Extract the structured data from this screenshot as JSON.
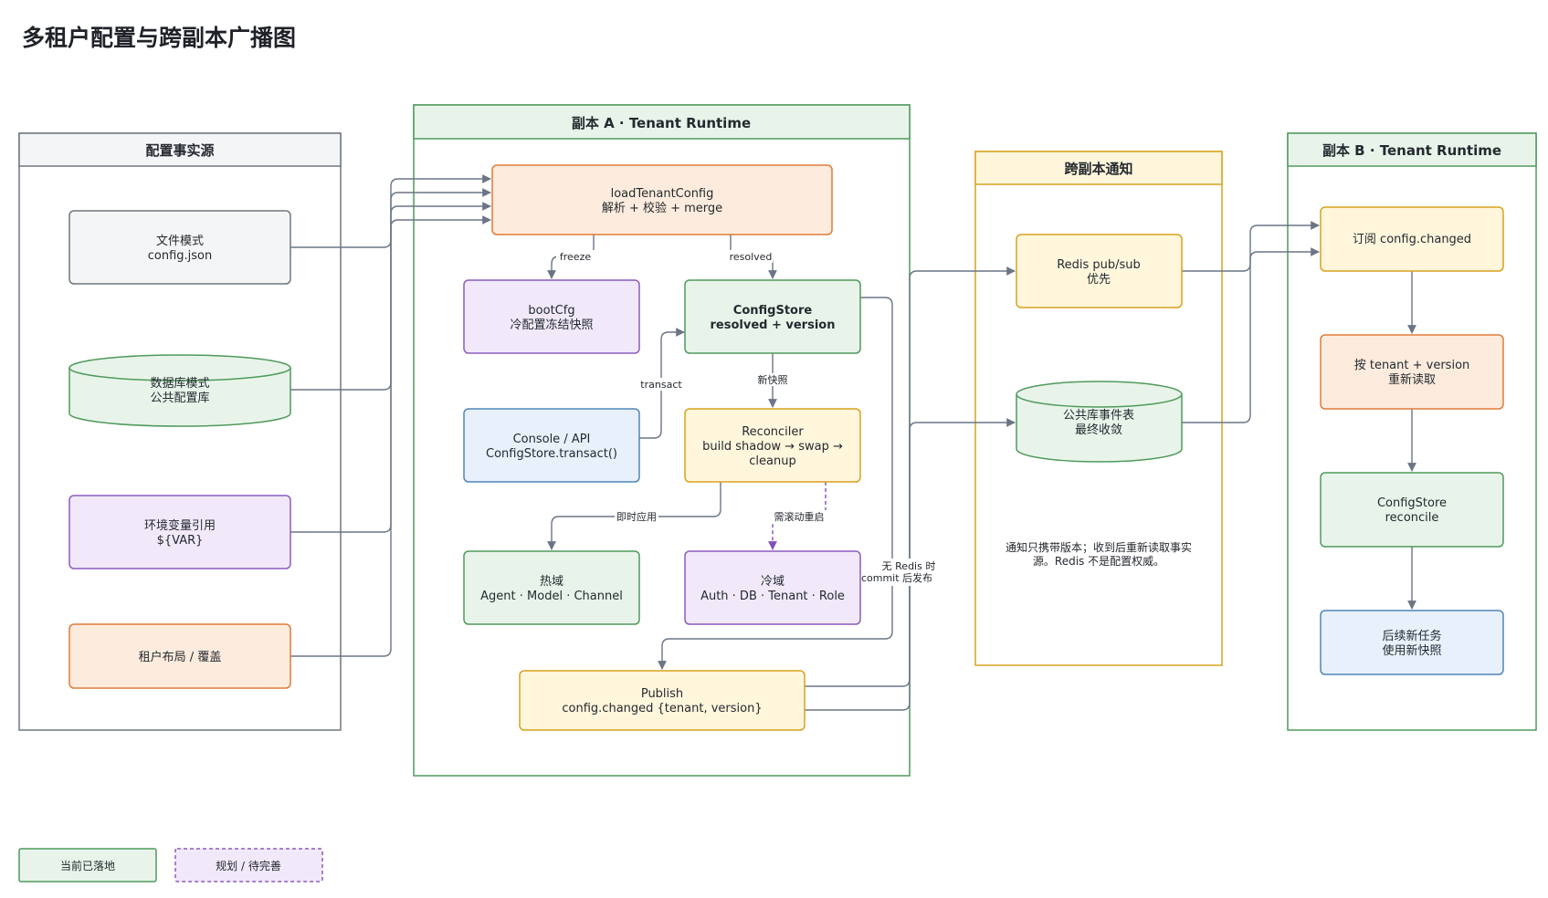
{
  "title": "多租户配置与跨副本广播图",
  "colors": {
    "gray_fill": "#f4f5f7",
    "gray_stroke": "#6e7781",
    "orange_fill": "#fdecdd",
    "orange_stroke": "#e07b39",
    "purple_fill": "#f1e9fa",
    "purple_stroke": "#8a5cc0",
    "green_fill": "#e8f4ea",
    "green_stroke": "#4f9a5c",
    "blue_fill": "#e7f0fb",
    "blue_stroke": "#4f86b8",
    "yellow_fill": "#fff6dc",
    "yellow_stroke": "#d9a21d",
    "edge": "#6b7585"
  },
  "clusters": {
    "sources": "配置事实源",
    "replica_a": "副本 A · Tenant Runtime",
    "notify": "跨副本通知",
    "replica_b": "副本 B · Tenant Runtime"
  },
  "nodes": {
    "file": [
      "文件模式",
      "config.json"
    ],
    "db": [
      "数据库模式",
      "公共配置库"
    ],
    "env": [
      "环境变量引用",
      "${VAR}"
    ],
    "tenant": [
      "租户布局 / 覆盖"
    ],
    "load": [
      "loadTenantConfig",
      "解析 + 校验 + merge"
    ],
    "boot": [
      "bootCfg",
      "冷配置冻结快照"
    ],
    "store": [
      "ConfigStore",
      "resolved + version"
    ],
    "console": [
      "Console / API",
      "ConfigStore.transact()"
    ],
    "reconciler": [
      "Reconciler",
      "build shadow → swap →",
      "cleanup"
    ],
    "hot": [
      "热域",
      "Agent · Model · Channel"
    ],
    "cold": [
      "冷域",
      "Auth · DB · Tenant · Role"
    ],
    "publish": [
      "Publish",
      "config.changed {tenant, version}"
    ],
    "redis": [
      "Redis pub/sub",
      "优先"
    ],
    "events": [
      "公共库事件表",
      "最终收敛"
    ],
    "note": [
      "通知只携带版本；收到后重新读取事实",
      "源。Redis 不是配置权威。"
    ],
    "subscribe": [
      "订阅 config.changed"
    ],
    "reread": [
      "按 tenant + version",
      "重新读取"
    ],
    "reconcile": [
      "ConfigStore",
      "reconcile"
    ],
    "tasks": [
      "后续新任务",
      "使用新快照"
    ]
  },
  "edge_labels": {
    "freeze": "freeze",
    "resolved": "resolved",
    "transact": "transact",
    "snapshot": "新快照",
    "immediate": "即时应用",
    "restart": "需滚动重启",
    "no_redis_1": "无 Redis 时",
    "no_redis_2": "commit 后发布"
  },
  "legend": {
    "landed": "当前已落地",
    "planned": "规划 / 待完善"
  }
}
